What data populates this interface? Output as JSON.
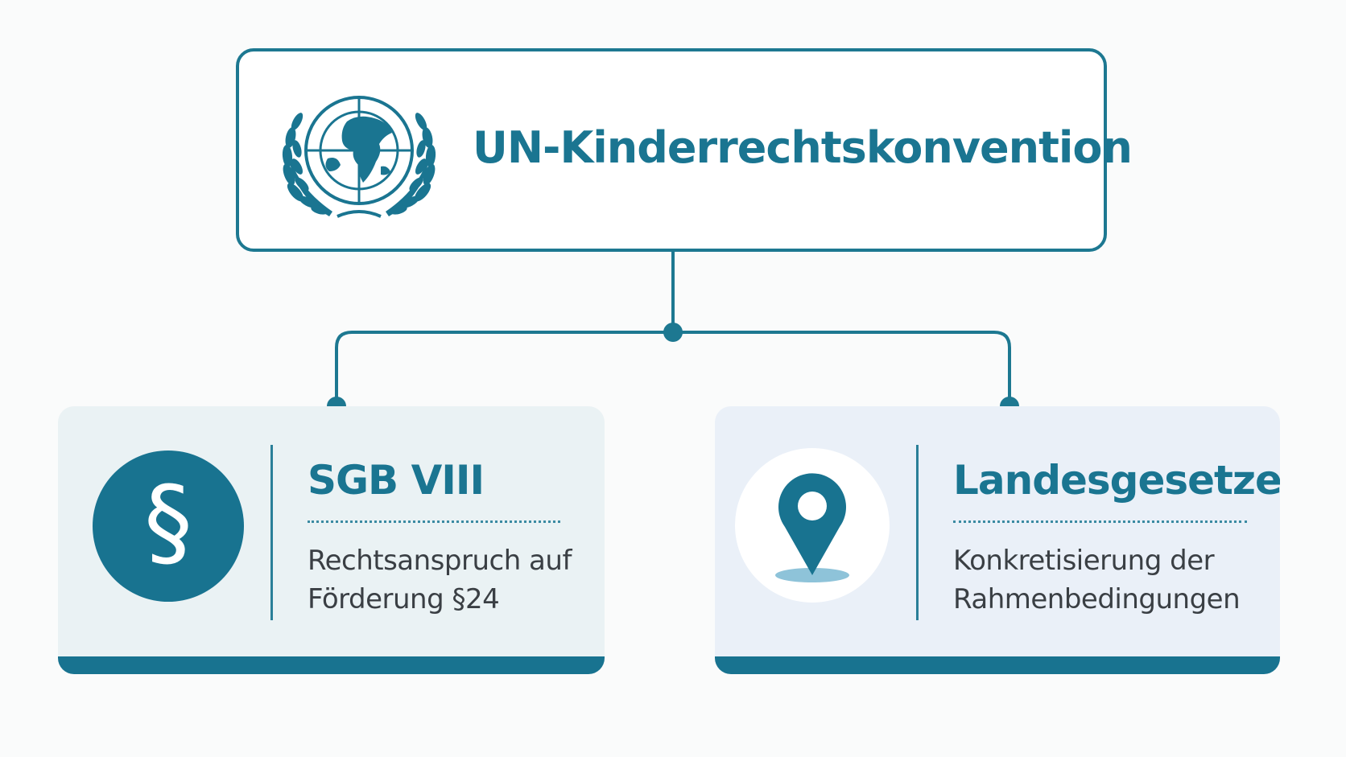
{
  "root": {
    "title": "UN-Kinderrechtskonvention",
    "icon": "un-emblem-icon"
  },
  "branches": [
    {
      "title": "SGB VIII",
      "description_lines": [
        "Rechtsanspruch auf",
        "Förderung §24"
      ],
      "icon": "paragraph-icon",
      "icon_glyph": "§"
    },
    {
      "title": "Landesgesetze",
      "description_lines": [
        "Konkretisierung der",
        "Rahmenbedingungen"
      ],
      "icon": "location-pin-icon"
    }
  ],
  "colors": {
    "primary": "#1a7591",
    "connector": "#1d7891",
    "left_card_bg": "#eaf2f4",
    "right_card_bg": "#eaf0f8",
    "text_dark": "#3a3f44",
    "pin_shadow": "#8ec3d9"
  }
}
